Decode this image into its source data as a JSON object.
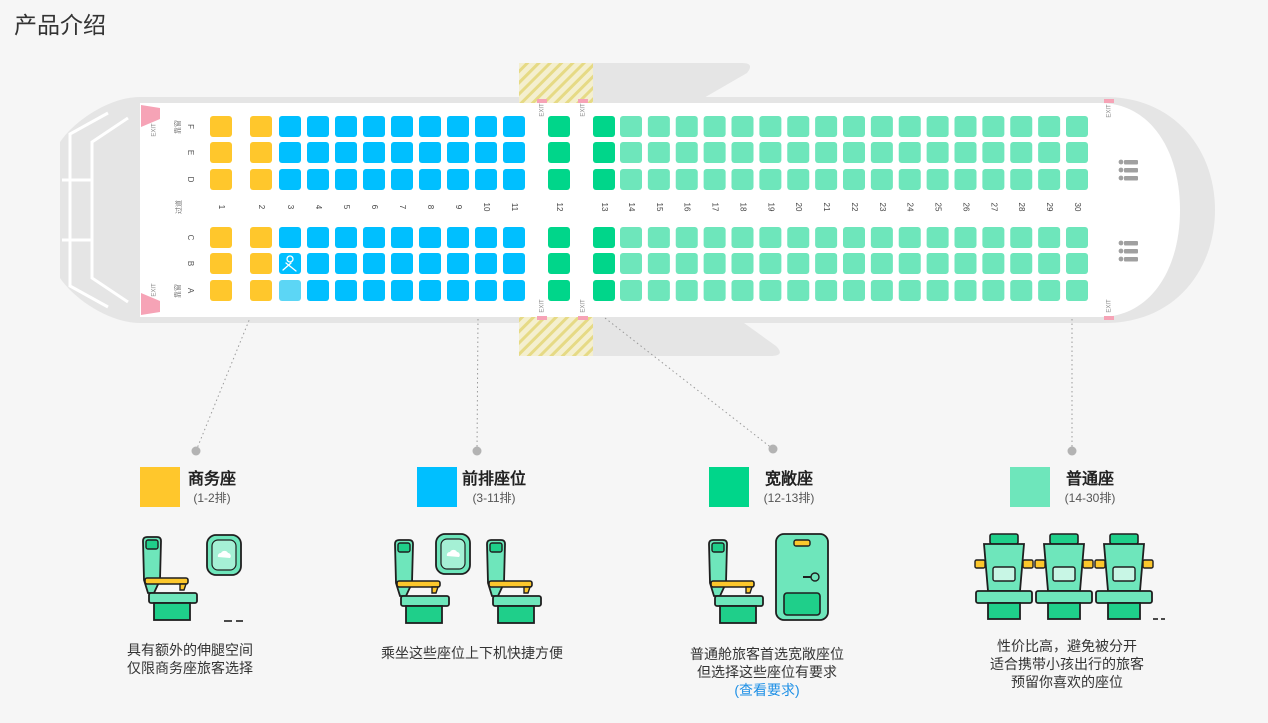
{
  "page": {
    "title": "产品介绍"
  },
  "seatmap": {
    "rows_top": [
      "F",
      "E",
      "D"
    ],
    "rows_bottom": [
      "C",
      "B",
      "A"
    ],
    "labels": {
      "exit": "EXIT",
      "window": "靠窗",
      "aisle": "过道"
    },
    "columns": [
      "1",
      "2",
      "3",
      "4",
      "5",
      "6",
      "7",
      "8",
      "9",
      "10",
      "11",
      "12",
      "13",
      "14",
      "15",
      "16",
      "17",
      "18",
      "19",
      "20",
      "21",
      "22",
      "23",
      "24",
      "25",
      "26",
      "27",
      "28",
      "29",
      "30"
    ],
    "sections": [
      {
        "class": "business",
        "from": 1,
        "to": 2
      },
      {
        "class": "front",
        "from": 3,
        "to": 11
      },
      {
        "class": "spacious",
        "from": 12,
        "to": 13
      },
      {
        "class": "standard",
        "from": 14,
        "to": 30
      }
    ],
    "special_seats": [
      {
        "seat": "3B",
        "icon": "bassinet-icon"
      },
      {
        "seat": "3A",
        "color": "#5cd6f5"
      }
    ],
    "lavatory_icon": "lavatory-icon"
  },
  "legend": [
    {
      "key": "business",
      "name": "商务座",
      "rows": "(1-2排)",
      "color": "#ffc72c",
      "illustration": [
        "seat-side-icon",
        "window-icon"
      ],
      "desc": [
        "具有额外的伸腿空间",
        "仅限商务座旅客选择"
      ]
    },
    {
      "key": "front",
      "name": "前排座位",
      "rows": "(3-11排)",
      "color": "#00bfff",
      "illustration": [
        "seat-side-icon",
        "window-icon",
        "seat-side-icon"
      ],
      "desc": [
        "乘坐这些座位上下机快捷方便"
      ]
    },
    {
      "key": "spacious",
      "name": "宽敞座",
      "rows": "(12-13排)",
      "color": "#00d68a",
      "illustration": [
        "seat-side-icon",
        "door-icon"
      ],
      "desc": [
        "普通舱旅客首选宽敞座位",
        "但选择这些座位有要求"
      ],
      "link": "(查看要求)"
    },
    {
      "key": "standard",
      "name": "普通座",
      "rows": "(14-30排)",
      "color": "#6ee6bb",
      "illustration": [
        "seat-front-icon",
        "seat-front-icon",
        "seat-front-icon"
      ],
      "desc": [
        "性价比高，避免被分开",
        "适合携带小孩出行的旅客",
        "预留你喜欢的座位"
      ]
    }
  ]
}
